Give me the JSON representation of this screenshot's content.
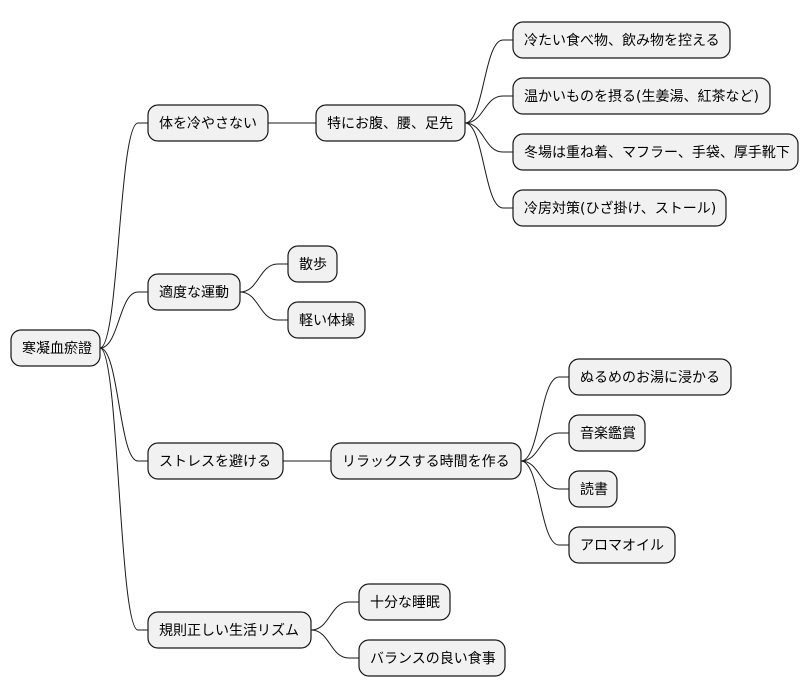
{
  "mindmap": {
    "root": {
      "label": "寒凝血瘀證",
      "children": [
        {
          "label": "体を冷やさない",
          "children": [
            {
              "label": "特にお腹、腰、足先",
              "children": [
                {
                  "label": "冷たい食べ物、飲み物を控える"
                },
                {
                  "label": "温かいものを摂る(生姜湯、紅茶など)"
                },
                {
                  "label": "冬場は重ね着、マフラー、手袋、厚手靴下"
                },
                {
                  "label": "冷房対策(ひざ掛け、ストール)"
                }
              ]
            }
          ]
        },
        {
          "label": "適度な運動",
          "children": [
            {
              "label": "散歩"
            },
            {
              "label": "軽い体操"
            }
          ]
        },
        {
          "label": "ストレスを避ける",
          "children": [
            {
              "label": "リラックスする時間を作る",
              "children": [
                {
                  "label": "ぬるめのお湯に浸かる"
                },
                {
                  "label": "音楽鑑賞"
                },
                {
                  "label": "読書"
                },
                {
                  "label": "アロマオイル"
                }
              ]
            }
          ]
        },
        {
          "label": "規則正しい生活リズム",
          "children": [
            {
              "label": "十分な睡眠"
            },
            {
              "label": "バランスの良い食事"
            }
          ]
        }
      ]
    }
  }
}
